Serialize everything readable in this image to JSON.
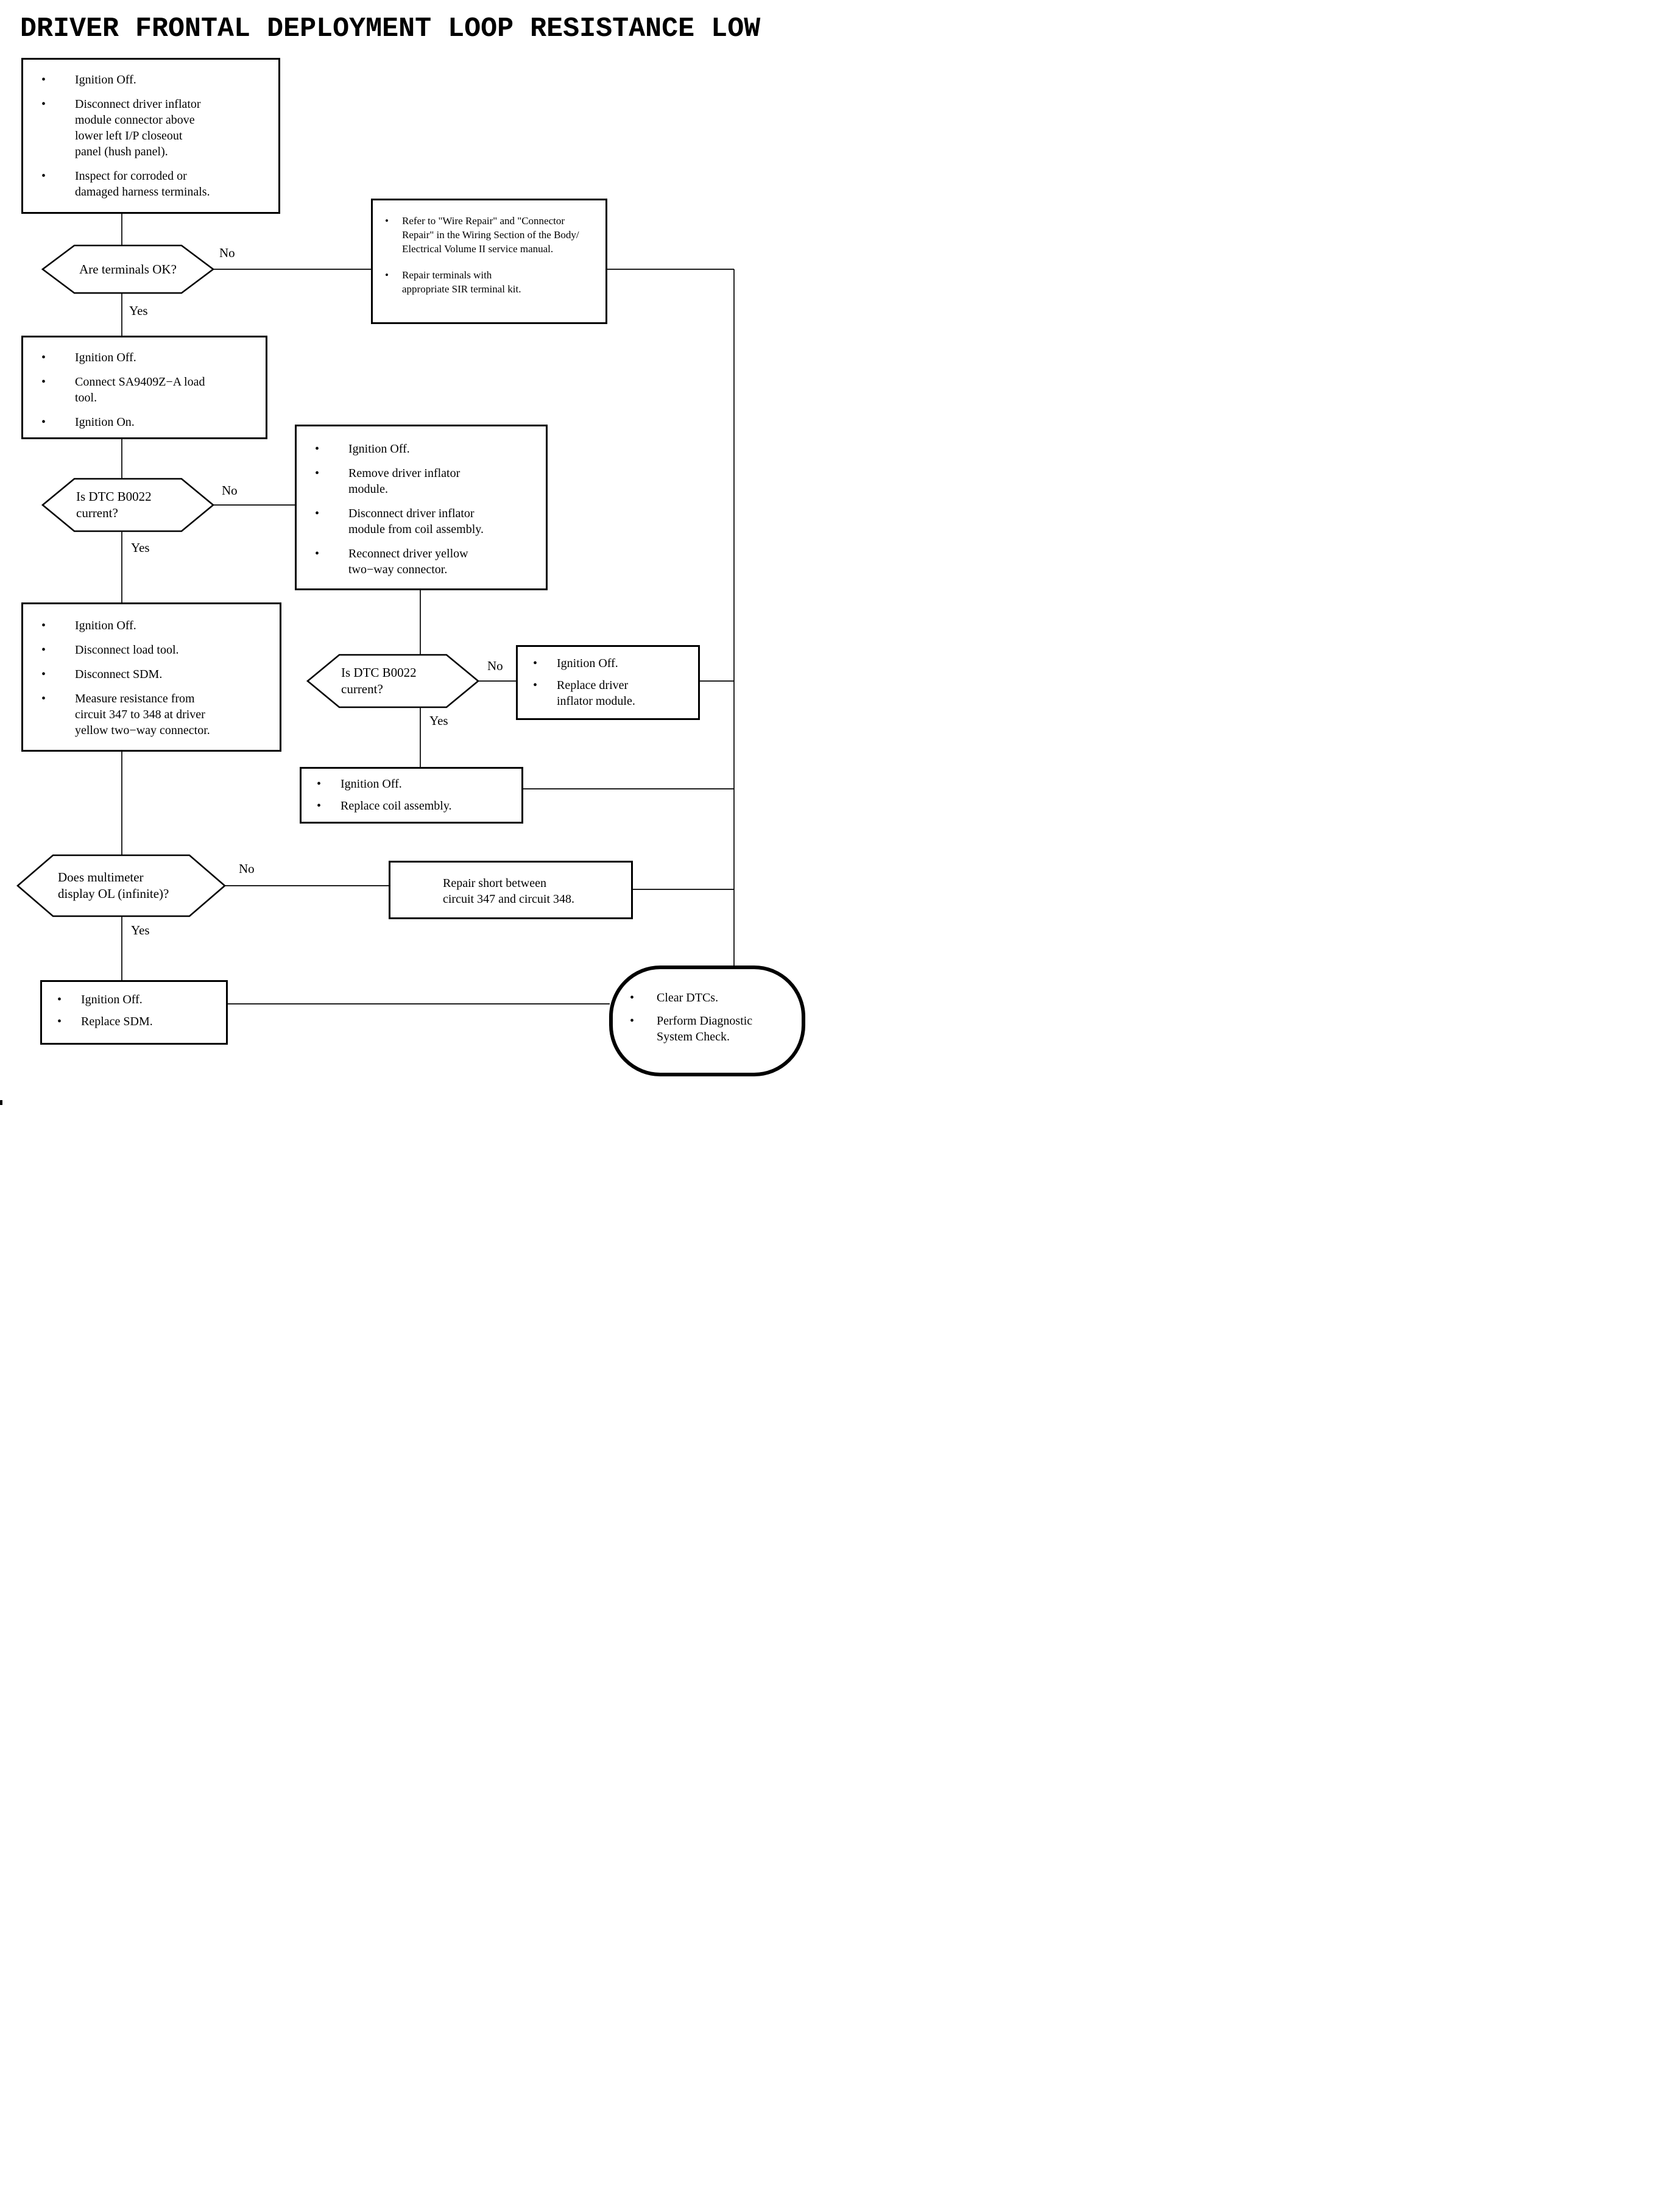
{
  "page": {
    "title": "DRIVER FRONTAL DEPLOYMENT LOOP RESISTANCE LOW"
  },
  "labels": {
    "yes": "Yes",
    "no": "No",
    "bullet": "•"
  },
  "colors": {
    "ink": "#000000",
    "paper": "#ffffff"
  },
  "flow": {
    "step_inspect": {
      "items": [
        "Ignition Off.",
        "Disconnect driver inflator\nmodule connector above\nlower left I/P closeout\npanel (hush panel).",
        "Inspect for corroded or\ndamaged harness terminals."
      ]
    },
    "q_terminals": {
      "question": "Are terminals OK?"
    },
    "wire_repair": {
      "items": [
        "Refer to \"Wire Repair\" and \"Connector\nRepair\" in the Wiring Section of the Body/\nElectrical Volume II service manual.",
        "Repair terminals with\nappropriate SIR terminal kit."
      ]
    },
    "step_load_tool": {
      "items": [
        "Ignition Off.",
        "Connect SA9409Z−A load\ntool.",
        "Ignition On."
      ]
    },
    "q_dtc_1": {
      "question": "Is DTC B0022\ncurrent?"
    },
    "step_remove_module": {
      "items": [
        "Ignition Off.",
        "Remove driver inflator\nmodule.",
        "Disconnect driver inflator\nmodule from coil assembly.",
        "Reconnect driver yellow\ntwo−way connector."
      ]
    },
    "step_measure": {
      "items": [
        "Ignition Off.",
        "Disconnect load tool.",
        "Disconnect SDM.",
        "Measure resistance from\ncircuit 347 to 348 at driver\nyellow two−way connector."
      ]
    },
    "q_dtc_2": {
      "question": "Is DTC B0022\ncurrent?"
    },
    "replace_inflator": {
      "items": [
        "Ignition Off.",
        "Replace driver\ninflator module."
      ]
    },
    "replace_coil": {
      "items": [
        "Ignition Off.",
        "Replace coil assembly."
      ]
    },
    "q_multimeter": {
      "question": "Does multimeter\ndisplay OL (infinite)?"
    },
    "repair_short": {
      "text": "Repair short between\ncircuit 347 and circuit 348."
    },
    "replace_sdm": {
      "items": [
        "Ignition Off.",
        "Replace SDM."
      ]
    },
    "end_terminal": {
      "items": [
        "Clear DTCs.",
        "Perform Diagnostic\nSystem Check."
      ]
    }
  }
}
